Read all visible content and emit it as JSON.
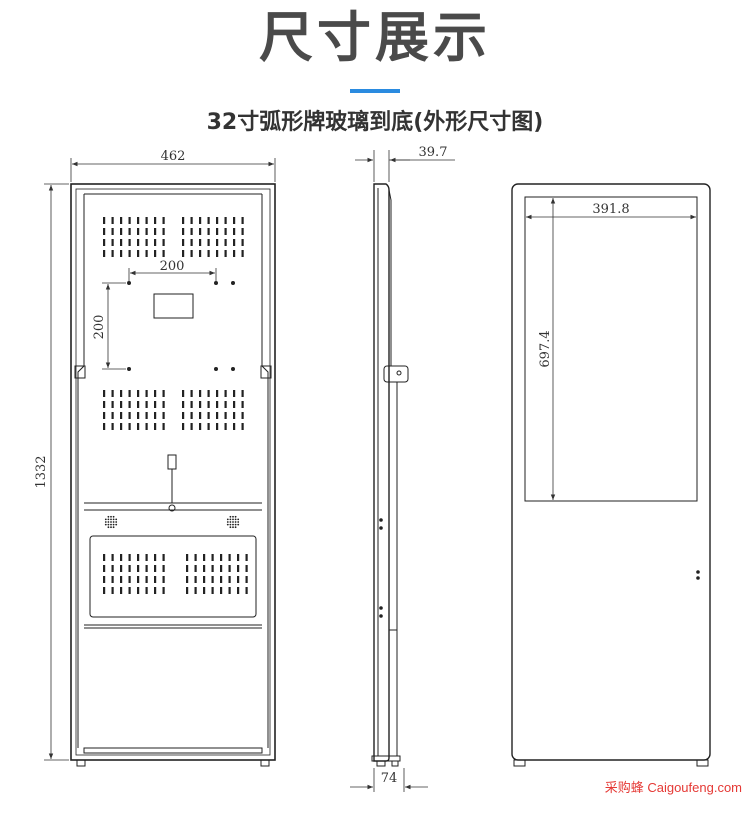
{
  "header": {
    "title": "尺寸展示",
    "subtitle": "32寸弧形牌玻璃到底(外形尺寸图)",
    "accent_color": "#2a8be0"
  },
  "dimensions": {
    "front_width": "462",
    "front_height": "1332",
    "hole_spacing_h": "200",
    "hole_spacing_v": "200",
    "side_depth_top": "39.7",
    "side_depth_base": "74",
    "screen_width": "391.8",
    "screen_height": "697.4"
  },
  "watermark": {
    "text": "采购蜂 Caigoufeng.com",
    "color": "#e53935"
  }
}
